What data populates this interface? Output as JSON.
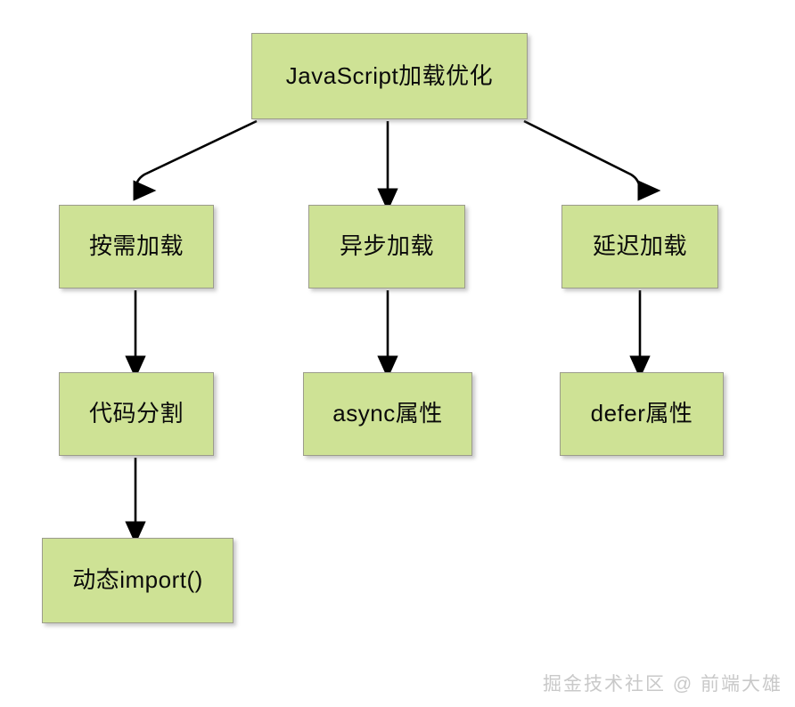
{
  "diagram": {
    "type": "flowchart",
    "orientation": "top-down",
    "title": "JavaScript加载优化",
    "node_fill_color": "#cee295",
    "node_border_color": "#9c9c8c",
    "edge_color": "#000000",
    "background_color": "#ffffff",
    "nodes": [
      {
        "id": "root",
        "label": "JavaScript加载优化",
        "level": 0
      },
      {
        "id": "ondemand",
        "label": "按需加载",
        "level": 1
      },
      {
        "id": "async",
        "label": "异步加载",
        "level": 1
      },
      {
        "id": "defer",
        "label": "延迟加载",
        "level": 1
      },
      {
        "id": "codesplit",
        "label": "代码分割",
        "level": 2
      },
      {
        "id": "asyncattr",
        "label": "async属性",
        "level": 2
      },
      {
        "id": "deferattr",
        "label": "defer属性",
        "level": 2
      },
      {
        "id": "dynimport",
        "label": "动态import()",
        "level": 3
      }
    ],
    "edges": [
      {
        "from": "root",
        "to": "ondemand"
      },
      {
        "from": "root",
        "to": "async"
      },
      {
        "from": "root",
        "to": "defer"
      },
      {
        "from": "ondemand",
        "to": "codesplit"
      },
      {
        "from": "async",
        "to": "asyncattr"
      },
      {
        "from": "defer",
        "to": "deferattr"
      },
      {
        "from": "codesplit",
        "to": "dynimport"
      }
    ]
  },
  "watermark": {
    "text": "掘金技术社区 @ 前端大雄",
    "color": "#c9c9c9"
  }
}
